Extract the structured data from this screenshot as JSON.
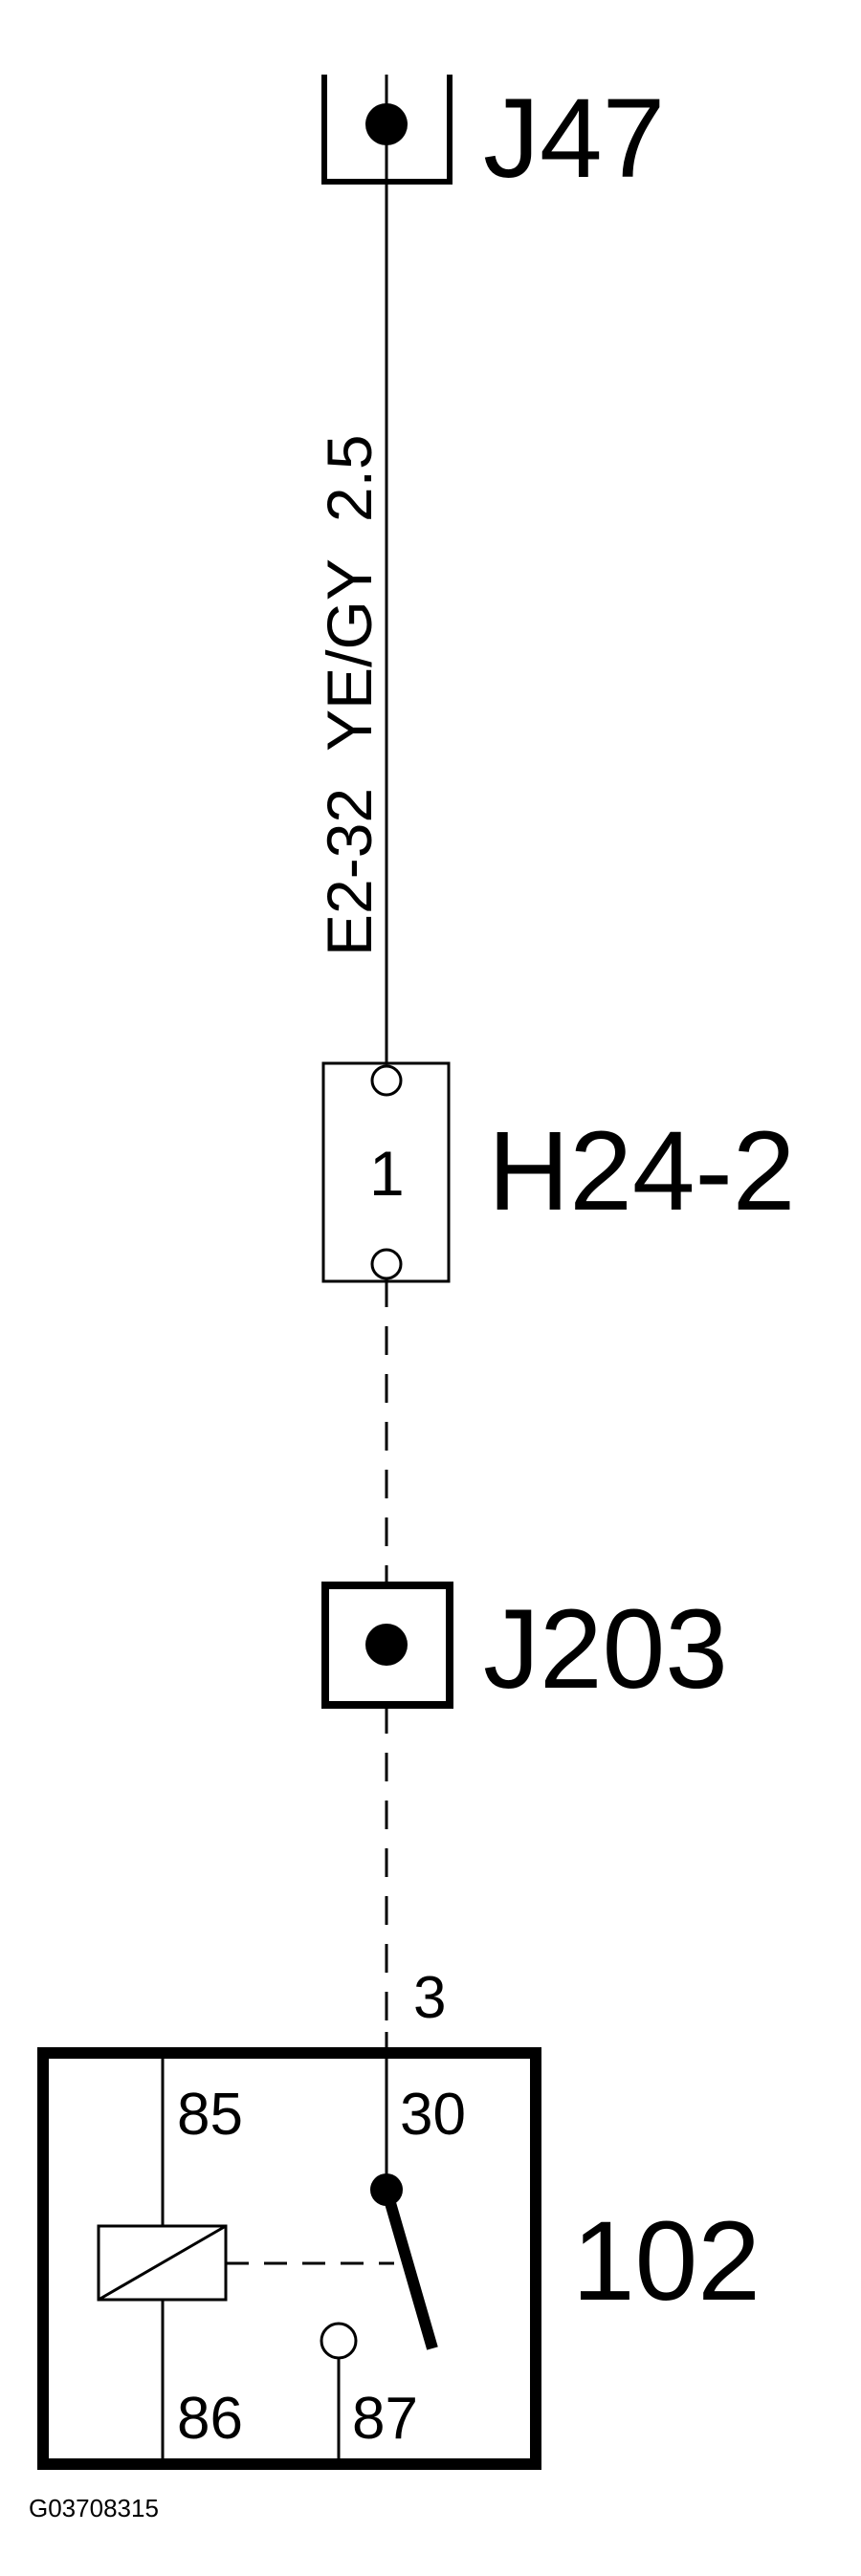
{
  "connector_top": {
    "label": "J47"
  },
  "wire": {
    "code": "E2-32",
    "color": "YE/GY",
    "size": "2.5"
  },
  "harness_connector": {
    "label": "H24-2",
    "pin": "1"
  },
  "splice": {
    "label": "J203"
  },
  "relay": {
    "label": "102",
    "input_pin": "3",
    "terminals": {
      "t85": "85",
      "t30": "30",
      "t86": "86",
      "t87": "87"
    }
  },
  "figure_code": "G03708315"
}
